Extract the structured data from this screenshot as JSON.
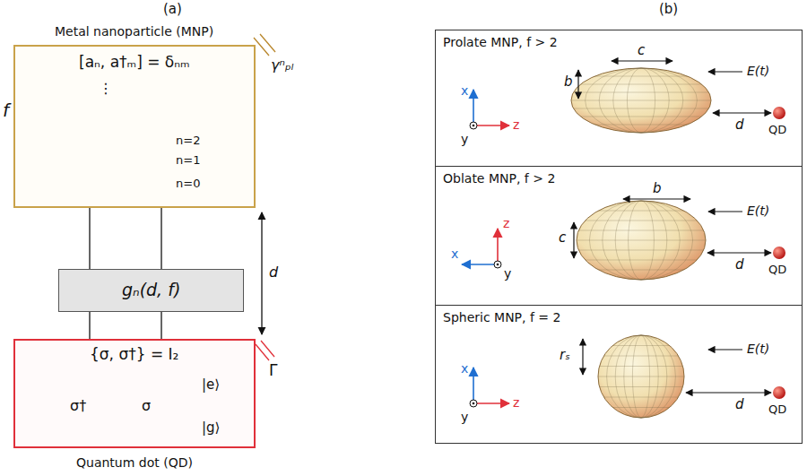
{
  "diagram": {
    "nodes": [
      {
        "text": [
          "Metal nanoparticle (MNP)",
          "[aₙ, a†ₘ] = δₙₘ"
        ]
      },
      {
        "text": [
          "gₙ(d, f)"
        ]
      },
      {
        "text": [
          "{σ, σ†} = I₂",
          "Quantum dot (QD)"
        ]
      },
      {
        "text": [
          "Prolate MNP, f > 2"
        ]
      },
      {
        "text": [
          "Oblate MNP, f > 2"
        ]
      },
      {
        "text": [
          "Spheric MNP, f = 2"
        ]
      }
    ],
    "edges": [
      {
        "from": 0,
        "to": 1,
        "arrow": "none"
      },
      {
        "from": 0,
        "to": 1,
        "arrow": "none"
      },
      {
        "from": 1,
        "to": 2,
        "arrow": "none"
      },
      {
        "from": 1,
        "to": 2,
        "arrow": "none"
      }
    ],
    "labels": [
      "(a)",
      "(b)",
      "f",
      "⋮",
      "n=2",
      "n=1",
      "n=0",
      "γⁿₚₗ",
      "d",
      "|e⟩",
      "|g⟩",
      "σ†",
      "σ",
      "Γ",
      "x",
      "y",
      "z",
      "c",
      "b",
      "E(t)",
      "d",
      "QD",
      "z",
      "y",
      "x",
      "b",
      "c",
      "E(t)",
      "d",
      "QD",
      "x",
      "y",
      "z",
      "rₛ",
      "E(t)",
      "d",
      "QD"
    ]
  }
}
